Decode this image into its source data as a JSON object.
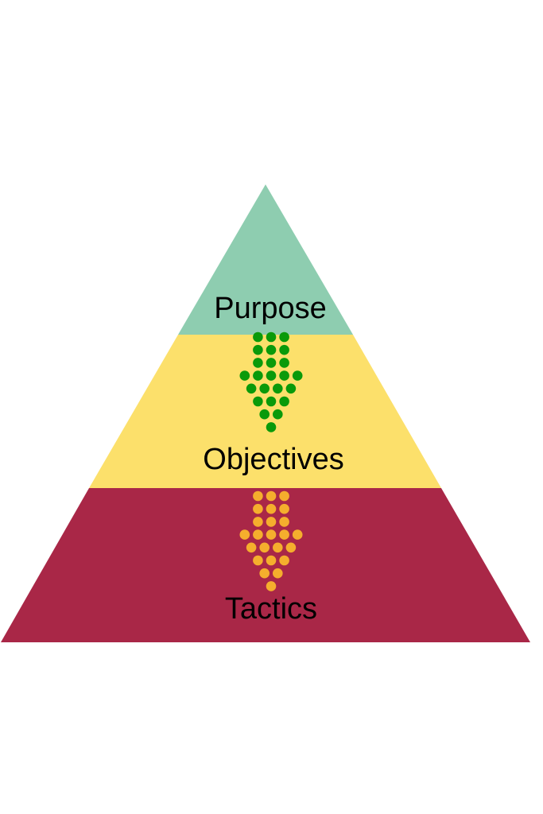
{
  "diagram": {
    "tiers": [
      {
        "label": "Purpose",
        "color": "#8ecdb0"
      },
      {
        "label": "Objectives",
        "color": "#fce06b"
      },
      {
        "label": "Tactics",
        "color": "#a92747"
      }
    ],
    "arrows": [
      {
        "from": "Purpose",
        "to": "Objectives",
        "color": "#0a9a0a"
      },
      {
        "from": "Objectives",
        "to": "Tactics",
        "color": "#f5ae2d"
      }
    ]
  }
}
